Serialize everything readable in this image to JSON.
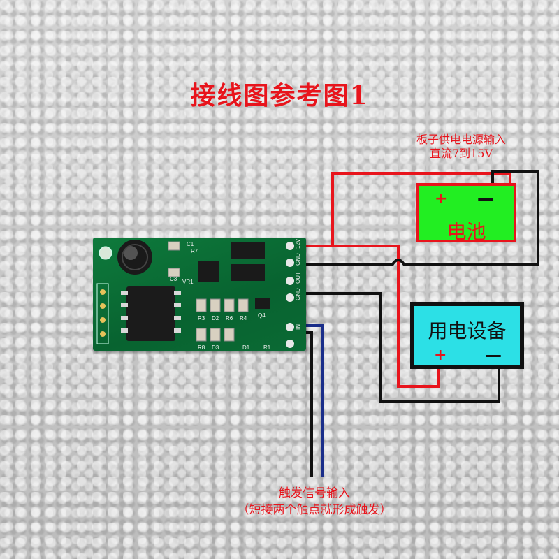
{
  "title": "接线图参考图1",
  "power_label": {
    "line1": "板子供电电源输入",
    "line2": "直流7到15V"
  },
  "battery": {
    "name": "电池",
    "plus": "+",
    "minus": "—"
  },
  "device": {
    "name": "用电设备",
    "plus": "+",
    "minus": "—"
  },
  "trigger_label": {
    "line1": "触发信号输入",
    "line2": "（短接两个触点就形成触发）"
  },
  "pcb": {
    "terminals": [
      "12V",
      "GND",
      "OUT",
      "GND",
      "IN"
    ],
    "components": [
      "C1",
      "R7",
      "C3",
      "VR1",
      "R3",
      "D2",
      "R6",
      "R4",
      "Q4",
      "R8",
      "D3",
      "D1",
      "R1"
    ]
  },
  "colors": {
    "title_red": "#e8141c",
    "battery_green": "#22ee22",
    "device_cyan": "#2ce0e6",
    "wire_red": "#e8141c",
    "wire_black": "#111111",
    "wire_blue": "#1a2e8a",
    "pcb_green": "#0a6a34"
  }
}
